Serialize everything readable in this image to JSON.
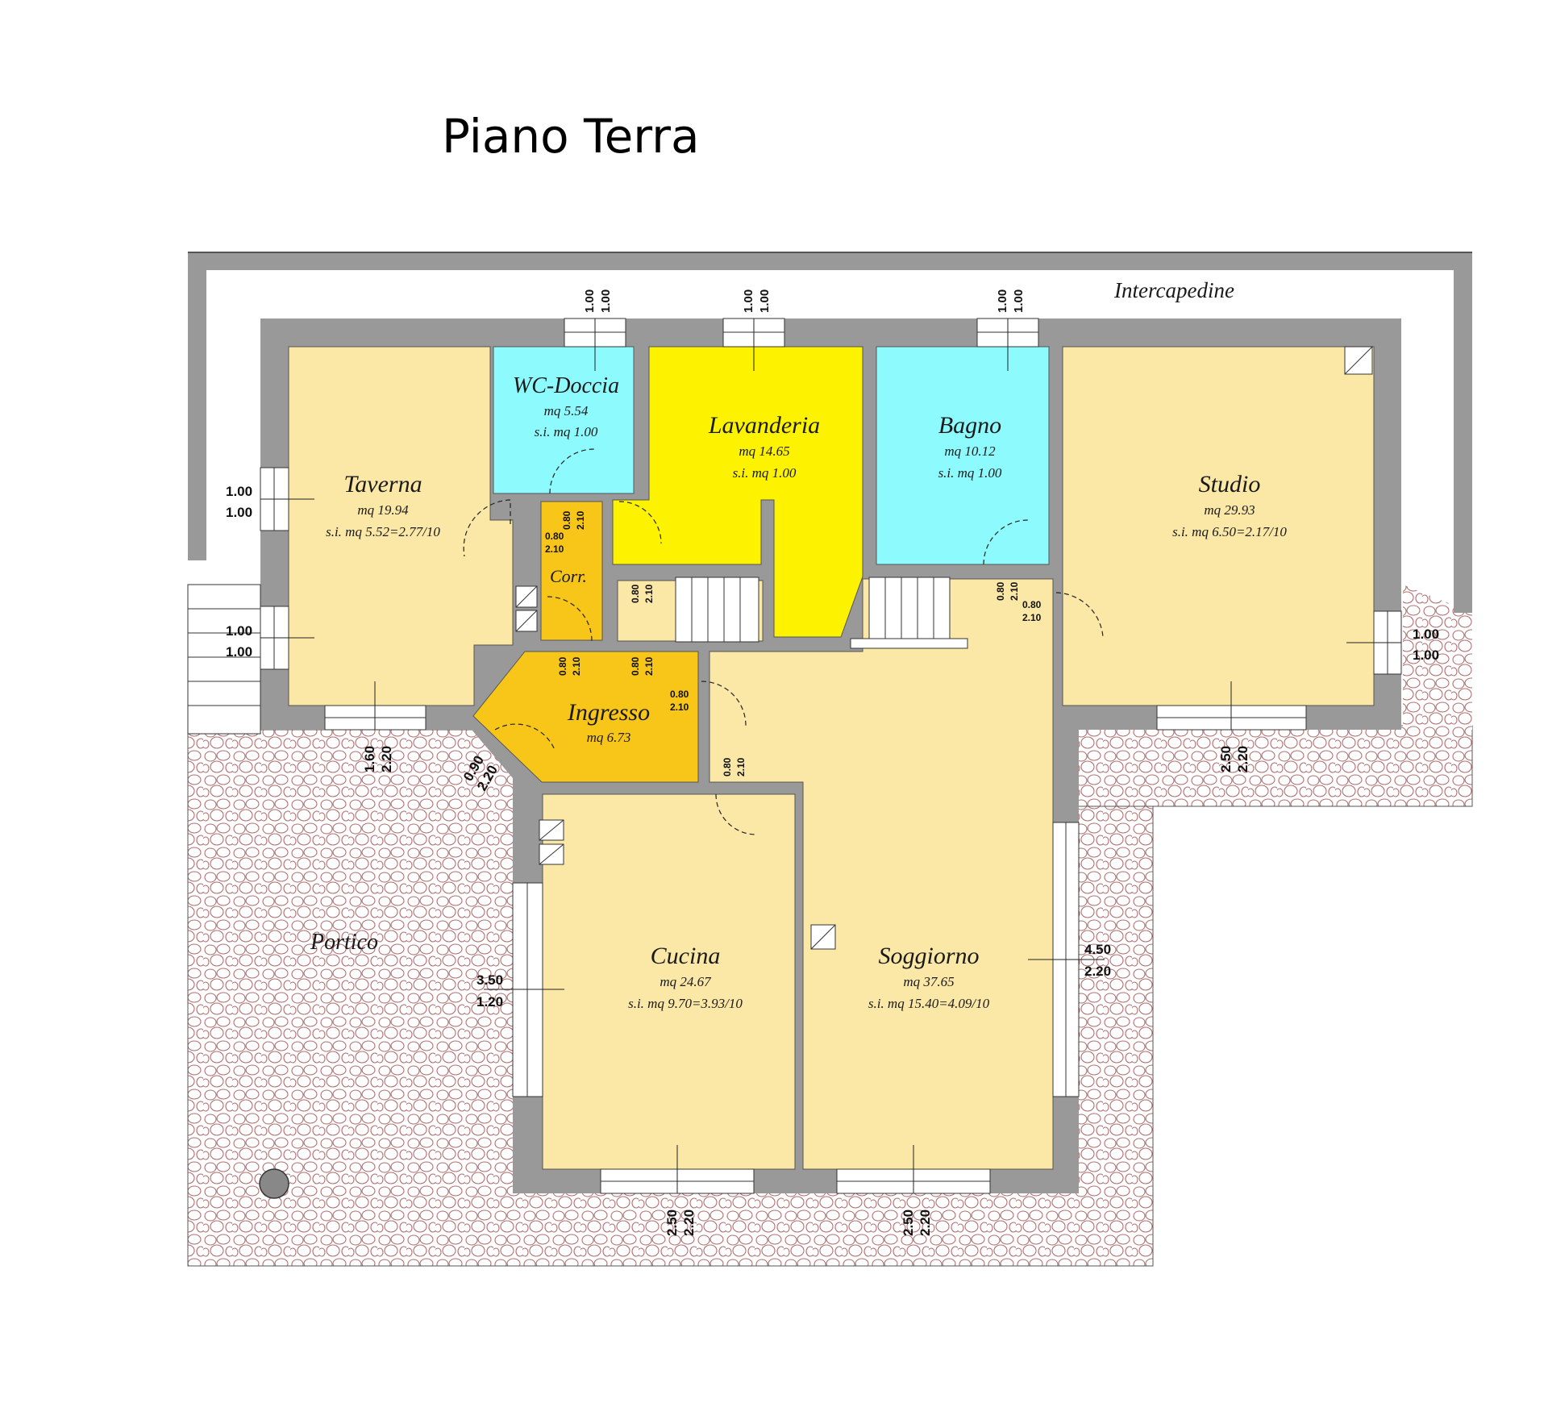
{
  "title": "Piano Terra",
  "labels": {
    "intercapedine": "Intercapedine",
    "portico": "Portico",
    "corr": "Corr."
  },
  "rooms": {
    "wc": {
      "name": "WC-Doccia",
      "area": "mq 5.54",
      "si": "s.i. mq 1.00"
    },
    "lavanderia": {
      "name": "Lavanderia",
      "area": "mq 14.65",
      "si": "s.i. mq 1.00"
    },
    "bagno": {
      "name": "Bagno",
      "area": "mq 10.12",
      "si": "s.i. mq 1.00"
    },
    "taverna": {
      "name": "Taverna",
      "area": "mq 19.94",
      "si": "s.i. mq 5.52=2.77/10"
    },
    "studio": {
      "name": "Studio",
      "area": "mq 29.93",
      "si": "s.i. mq 6.50=2.17/10"
    },
    "ingresso": {
      "name": "Ingresso",
      "area": "mq 6.73"
    },
    "cucina": {
      "name": "Cucina",
      "area": "mq 24.67",
      "si": "s.i. mq 9.70=3.93/10"
    },
    "soggiorno": {
      "name": "Soggiorno",
      "area": "mq 37.65",
      "si": "s.i. mq 15.40=4.09/10"
    }
  },
  "dims": {
    "top_win_w": "1.00",
    "top_win_h": "1.00",
    "door_080": "0.80",
    "door_210": "2.10",
    "taverna_left_w": "1.00",
    "taverna_left_h": "1.00",
    "taverna_stair_w": "1.00",
    "taverna_stair_h": "1.00",
    "taverna_bottom_w": "1.60",
    "taverna_bottom_h": "2.20",
    "ingresso_door_w": "0.90",
    "ingresso_door_h": "2.20",
    "studio_right_w": "1.00",
    "studio_right_h": "1.00",
    "studio_bottom_w": "2.50",
    "studio_bottom_h": "2.20",
    "cucina_left_w": "3.50",
    "cucina_left_h": "1.20",
    "cucina_bottom_w": "2.50",
    "cucina_bottom_h": "2.20",
    "soggiorno_bottom_w": "2.50",
    "soggiorno_bottom_h": "2.20",
    "soggiorno_right_w": "4.50",
    "soggiorno_right_h": "2.20"
  },
  "colors": {
    "wall": "#999999",
    "room_beige": "#fbe8a6",
    "room_cyan": "#8dfbfd",
    "room_yellow": "#fdf200",
    "room_orange": "#f8c618",
    "portico_line": "#b07070"
  }
}
